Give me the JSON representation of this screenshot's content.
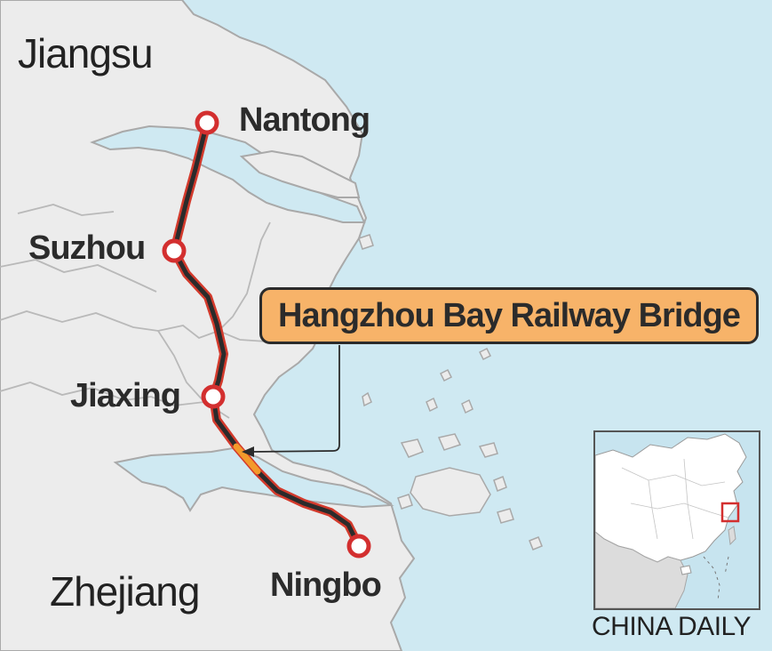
{
  "map": {
    "regions": [
      {
        "id": "jiangsu",
        "label": "Jiangsu"
      },
      {
        "id": "zhejiang",
        "label": "Zhejiang"
      }
    ],
    "cities": [
      {
        "id": "nantong",
        "label": "Nantong"
      },
      {
        "id": "suzhou",
        "label": "Suzhou"
      },
      {
        "id": "jiaxing",
        "label": "Jiaxing"
      },
      {
        "id": "ningbo",
        "label": "Ningbo"
      }
    ],
    "callout": {
      "label": "Hangzhou Bay Railway Bridge"
    },
    "inset_icon": "china-locator-inset",
    "colors": {
      "sea": "#cfe9f2",
      "land": "#ececec",
      "railway": "#2b2b2b",
      "railway_outline": "#d33a2c",
      "bridge": "#f39a2b",
      "station": "#d32f2f",
      "callout_fill": "#f7b369"
    }
  },
  "credit": {
    "label": "CHINA DAILY"
  }
}
